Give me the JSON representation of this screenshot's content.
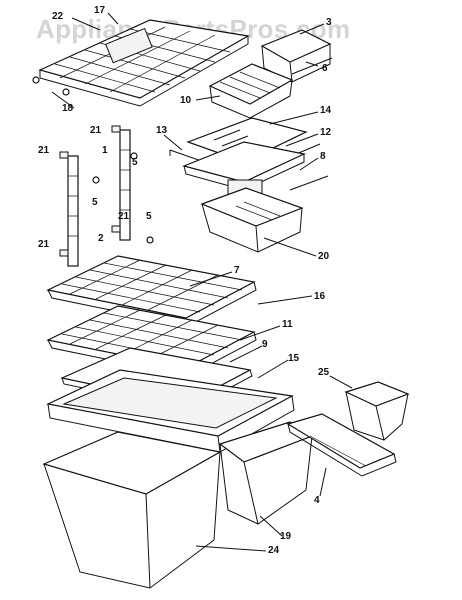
{
  "watermark": "AppliancePartsPros.com",
  "callouts": [
    "22",
    "17",
    "3",
    "6",
    "18",
    "10",
    "14",
    "21",
    "13",
    "12",
    "1",
    "5",
    "8",
    "21",
    "5",
    "21",
    "5",
    "2",
    "20",
    "21",
    "7",
    "16",
    "11",
    "9",
    "15",
    "25",
    "4",
    "19",
    "24"
  ]
}
